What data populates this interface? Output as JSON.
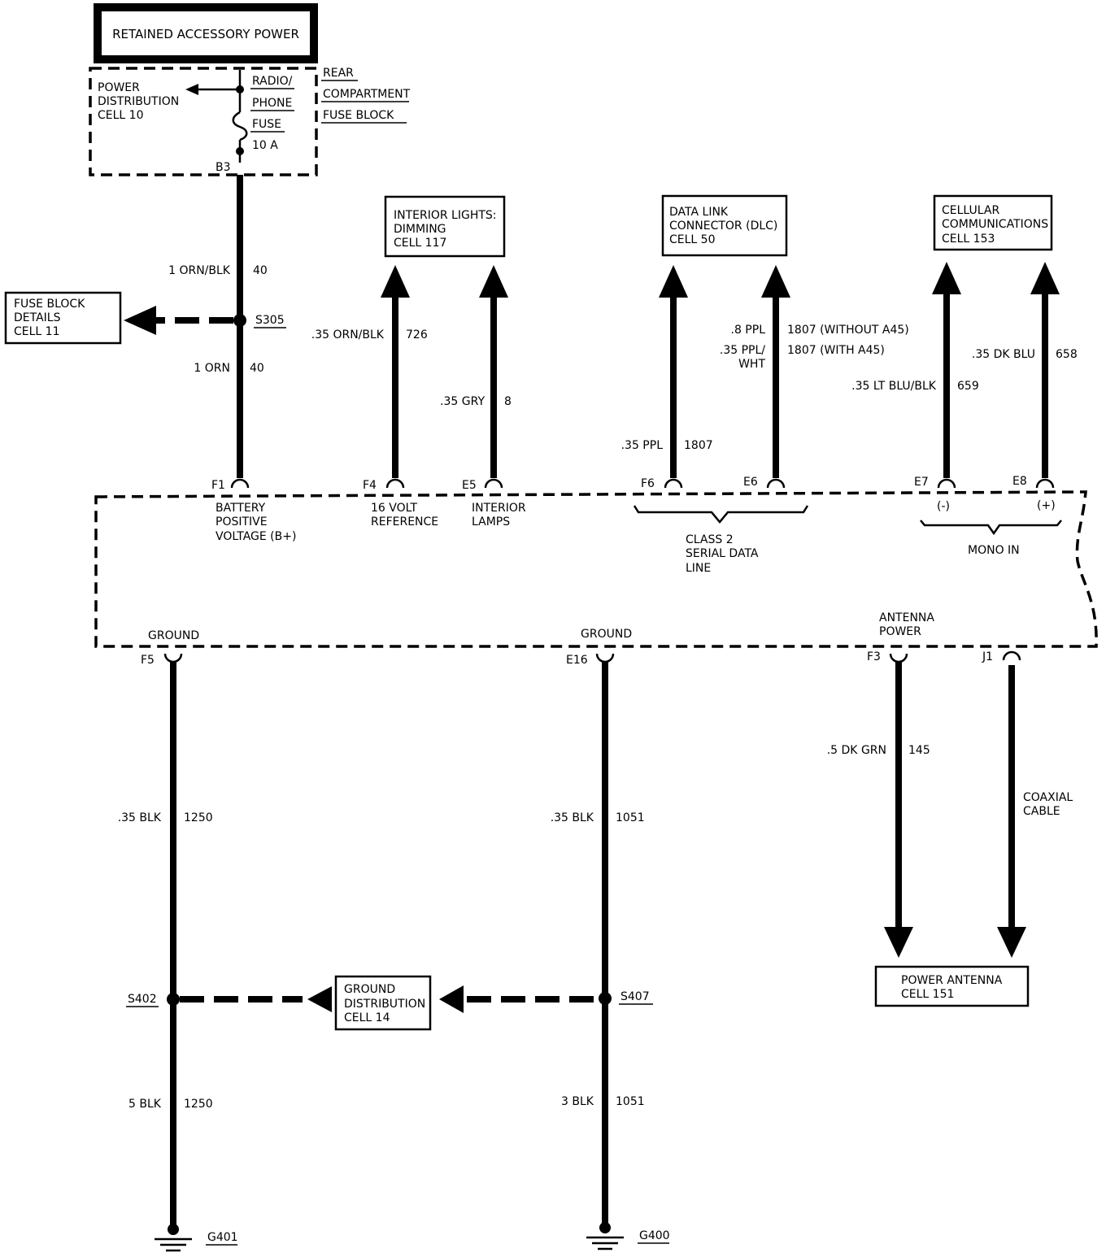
{
  "title": "RETAINED ACCESSORY POWER",
  "fuse_block": {
    "label_lines": [
      "REAR",
      "COMPARTMENT",
      "FUSE BLOCK"
    ],
    "fuse_lines": [
      "RADIO/",
      "PHONE",
      "FUSE",
      "10 A"
    ],
    "power_distribution": [
      "POWER",
      "DISTRIBUTION",
      "CELL 10"
    ],
    "terminal": "B3"
  },
  "fuse_block_details": [
    "FUSE BLOCK",
    "DETAILS",
    "CELL 11"
  ],
  "splices": {
    "s305": "S305",
    "s402": "S402",
    "s407": "S407"
  },
  "boxes": {
    "interior_lights": [
      "INTERIOR LIGHTS:",
      "DIMMING",
      "CELL 117"
    ],
    "dlc": [
      "DATA LINK",
      "CONNECTOR (DLC)",
      "CELL 50"
    ],
    "cellular": [
      "CELLULAR",
      "COMMUNICATIONS",
      "CELL 153"
    ],
    "ground_distribution": [
      "GROUND",
      "DISTRIBUTION",
      "CELL 14"
    ],
    "power_antenna": [
      "POWER ANTENNA",
      "CELL 151"
    ]
  },
  "wires": {
    "w40a": {
      "color": "1 ORN/BLK",
      "circuit": "40"
    },
    "w40b": {
      "color": "1 ORN",
      "circuit": "40"
    },
    "w726": {
      "color": ".35 ORN/BLK",
      "circuit": "726"
    },
    "w8": {
      "color": ".35 GRY",
      "circuit": "8"
    },
    "w1807f6": {
      "color": ".35 PPL",
      "circuit": "1807"
    },
    "w1807e6": {
      "color1": ".8 PPL",
      "circuit1": "1807 (WITHOUT A45)",
      "color2a": ".35 PPL/",
      "color2b": "WHT",
      "circuit2": "1807 (WITH A45)"
    },
    "w659": {
      "color": ".35 LT BLU/BLK",
      "circuit": "659"
    },
    "w658": {
      "color": ".35 DK BLU",
      "circuit": "658"
    },
    "w1250a": {
      "color": ".35 BLK",
      "circuit": "1250"
    },
    "w1250b": {
      "color": "5 BLK",
      "circuit": "1250"
    },
    "w1051a": {
      "color": ".35 BLK",
      "circuit": "1051"
    },
    "w1051b": {
      "color": "3 BLK",
      "circuit": "1051"
    },
    "w145": {
      "color": ".5 DK GRN",
      "circuit": "145"
    },
    "coax": [
      "COAXIAL",
      "CABLE"
    ]
  },
  "pins": {
    "f1": {
      "id": "F1",
      "label": [
        "BATTERY",
        "POSITIVE",
        "VOLTAGE (B+)"
      ]
    },
    "f4": {
      "id": "F4",
      "label": [
        "16 VOLT",
        "REFERENCE"
      ]
    },
    "e5": {
      "id": "E5",
      "label": [
        "INTERIOR",
        "LAMPS"
      ]
    },
    "f6": {
      "id": "F6"
    },
    "e6": {
      "id": "E6"
    },
    "e7": {
      "id": "E7",
      "sign": "(-)"
    },
    "e8": {
      "id": "E8",
      "sign": "(+)"
    },
    "f5": {
      "id": "F5",
      "label": "GROUND"
    },
    "e16": {
      "id": "E16",
      "label": "GROUND"
    },
    "f3": {
      "id": "F3",
      "label": [
        "ANTENNA",
        "POWER"
      ]
    },
    "j1": {
      "id": "J1"
    }
  },
  "group_labels": {
    "class2": [
      "CLASS 2",
      "SERIAL DATA",
      "LINE"
    ],
    "mono_in": "MONO IN"
  },
  "grounds": {
    "g401": "G401",
    "g400": "G400"
  }
}
